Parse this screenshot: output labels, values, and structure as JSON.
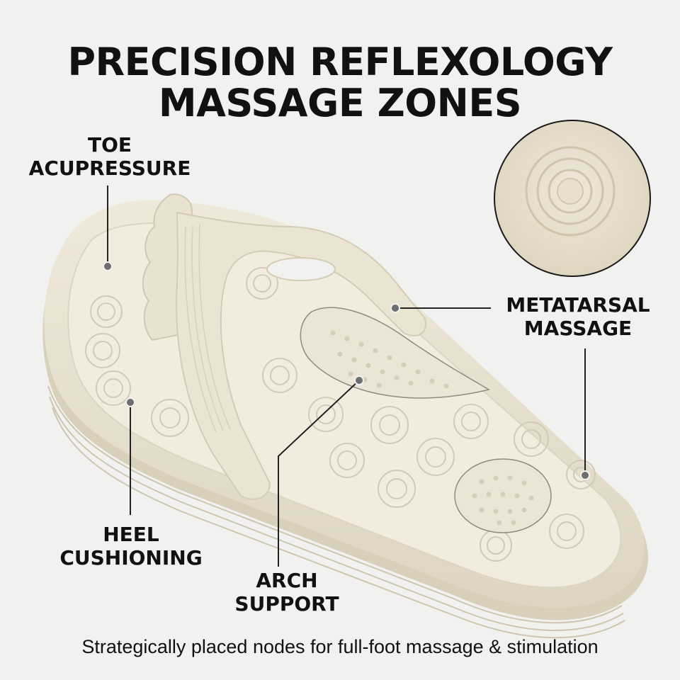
{
  "title": {
    "line1": "PRECISION REFLEXOLOGY",
    "line2": "MASSAGE ZONES"
  },
  "callouts": {
    "toe": {
      "line1": "TOE",
      "line2": "ACUPRESSURE"
    },
    "metatarsal": {
      "line1": "METATARSAL",
      "line2": "MASSAGE"
    },
    "heel": {
      "line1": "HEEL",
      "line2": "CUSHIONING"
    },
    "arch": {
      "line1": "ARCH",
      "line2": "SUPPORT"
    }
  },
  "caption": "Strategically placed nodes for full-foot massage & stimulation",
  "colors": {
    "background": "#f1f1f0",
    "slipper": "#ece6d6",
    "slipper_shadow": "#d9d1bd",
    "text": "#111111",
    "callout_line": "#222222"
  },
  "inset_icon": "concentric-massage-node-icon"
}
